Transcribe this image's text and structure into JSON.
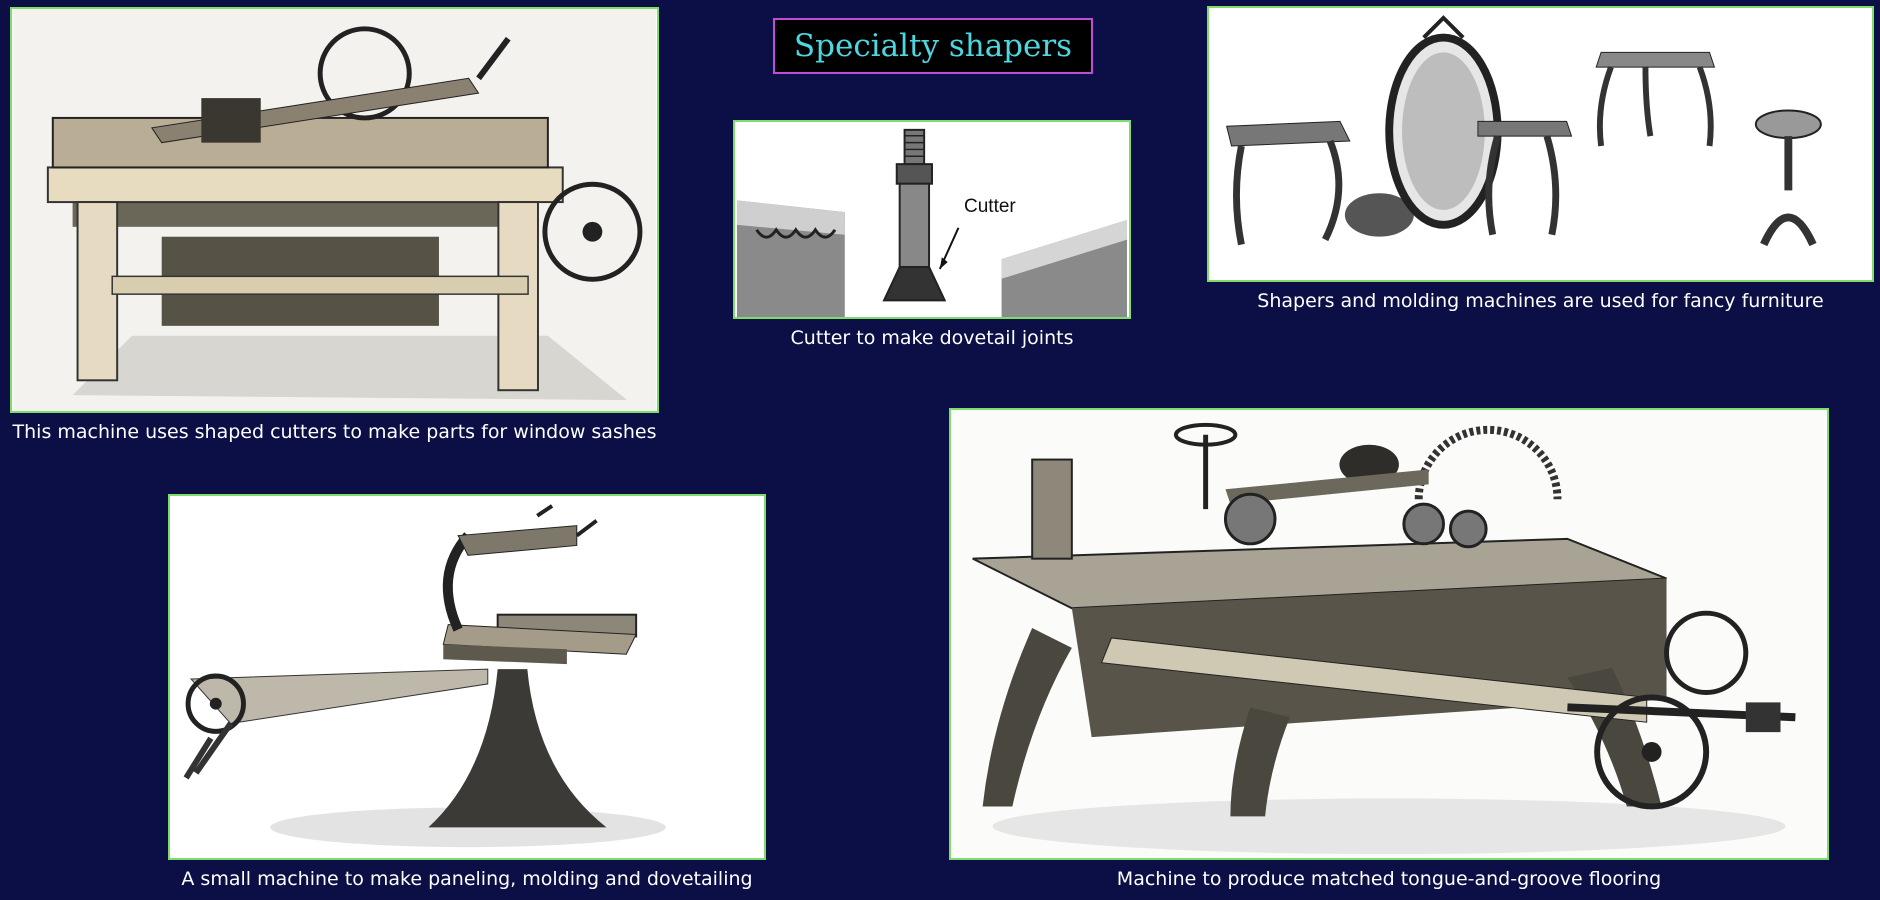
{
  "title": "Specialty shapers",
  "captions": {
    "sash_machine": "This machine uses shaped cutters to make parts for window sashes",
    "dovetail_cutter": "Cutter to make dovetail joints",
    "furniture": "Shapers and molding machines are used for fancy furniture",
    "small_machine": "A small machine to make paneling, molding and dovetailing",
    "flooring_machine": "Machine to produce matched tongue-and-groove flooring"
  },
  "cutter_label": "Cutter",
  "colors": {
    "background": "#0b0f45",
    "panel_border": "#7ddc6a",
    "title_border": "#c04cd8",
    "title_text": "#4dd7e0",
    "caption_text": "#ffffff"
  }
}
